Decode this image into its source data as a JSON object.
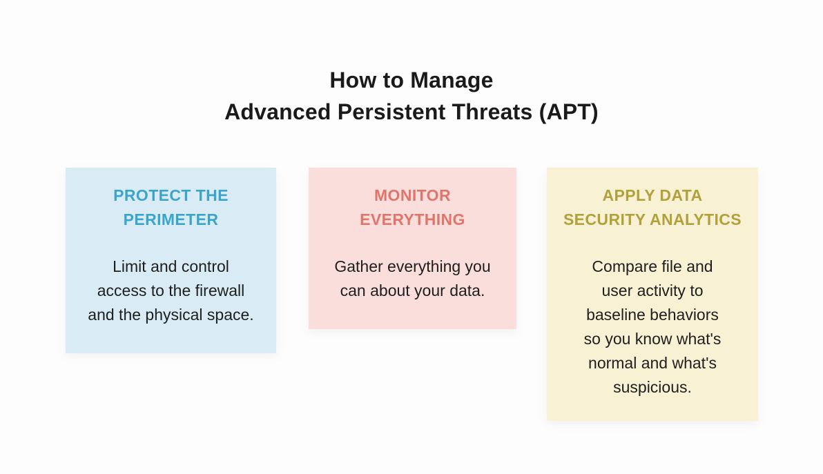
{
  "page": {
    "background": "#FDFDFD"
  },
  "title": {
    "text": "How to Manage\nAdvanced Persistent Threats (APT)",
    "color": "#1A1A1A"
  },
  "cards": [
    {
      "heading": "PROTECT THE\nPERIMETER",
      "body": "Limit and control\naccess to the firewall\nand the physical space.",
      "background": "#D9ECF5",
      "heading_color": "#3BA5C9",
      "body_color": "#1E1E1E"
    },
    {
      "heading": "MONITOR\nEVERYTHING",
      "body": "Gather everything you\ncan about your data.",
      "background": "#F9DEDC",
      "heading_color": "#E0756B",
      "body_color": "#1E1E1E"
    },
    {
      "heading": "APPLY DATA\nSECURITY ANALYTICS",
      "body": "Compare file and\nuser activity to\nbaseline behaviors\nso you know what's\nnormal and what's\nsuspicious.",
      "background": "#F8F1D3",
      "heading_color": "#B1A13C",
      "body_color": "#1E1E1E"
    }
  ]
}
